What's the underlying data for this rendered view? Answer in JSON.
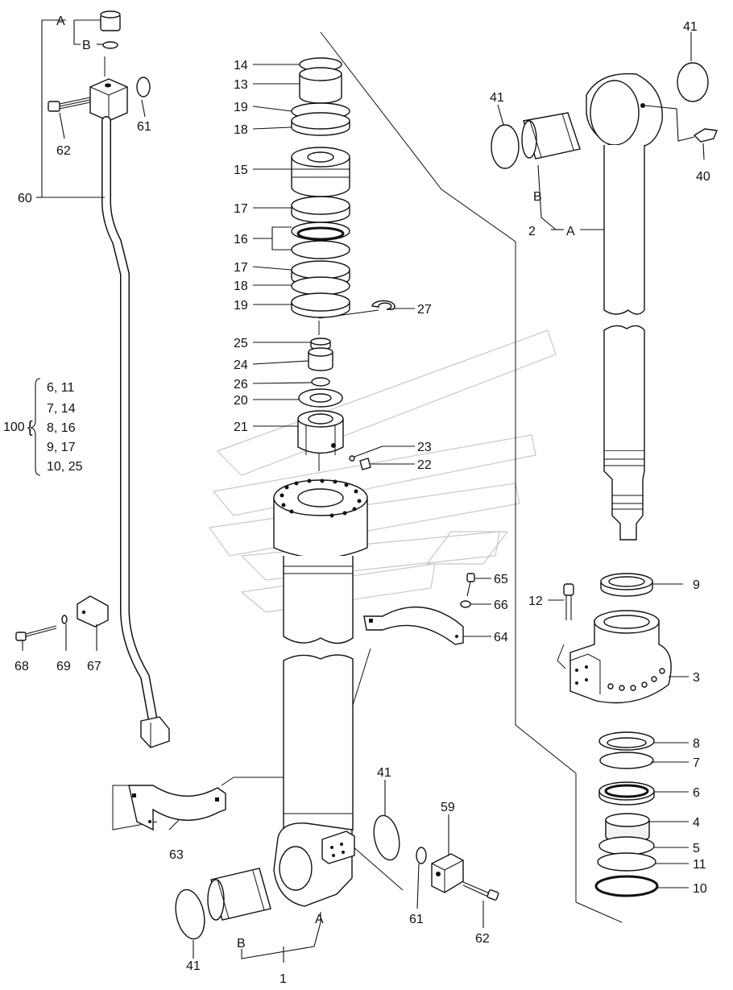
{
  "diagram": {
    "type": "exploded-parts-diagram",
    "colors": {
      "ink": "#111111",
      "watermark": "#c8c8c8",
      "background": "#ffffff"
    },
    "callouts": {
      "p1": "1",
      "p2": "2",
      "p3": "3",
      "p4": "4",
      "p5": "5",
      "p6": "6",
      "p7": "7",
      "p8": "8",
      "p9": "9",
      "p10": "10",
      "p11": "11",
      "p12": "12",
      "p13": "13",
      "p14": "14",
      "p15": "15",
      "p16": "16",
      "p17a": "17",
      "p17b": "17",
      "p18a": "18",
      "p18b": "18",
      "p19a": "19",
      "p19b": "19",
      "p20": "20",
      "p21": "21",
      "p22": "22",
      "p23": "23",
      "p24": "24",
      "p25": "25",
      "p26": "26",
      "p27": "27",
      "p40": "40",
      "p41a": "41",
      "p41b": "41",
      "p41c": "41",
      "p41d": "41",
      "p59": "59",
      "p60": "60",
      "p61a": "61",
      "p61b": "61",
      "p62a": "62",
      "p62b": "62",
      "p63": "63",
      "p64": "64",
      "p65": "65",
      "p66": "66",
      "p67": "67",
      "p68": "68",
      "p69": "69"
    },
    "refs": {
      "a_top": "A",
      "b_top": "B",
      "a_rod": "A",
      "b_rod": "B",
      "a_tube": "A",
      "b_tube": "B"
    },
    "kit": {
      "number": "100",
      "brace": "{",
      "lines": [
        "6, 11",
        "7, 14",
        "8, 16",
        "9, 17",
        "10, 25"
      ]
    }
  }
}
